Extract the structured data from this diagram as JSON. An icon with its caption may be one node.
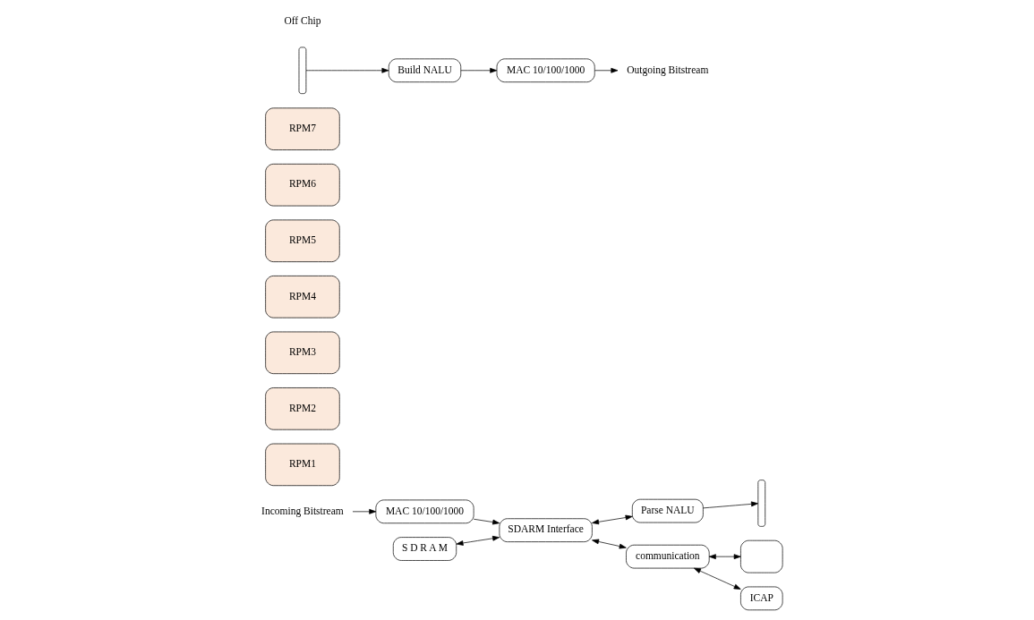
{
  "diagram": {
    "nodes": [
      {
        "text": [
          "Incoming Bitstream"
        ]
      },
      {
        "text": [
          "MAC 10/100/1000"
        ]
      },
      {
        "text": [
          "RPM1"
        ]
      },
      {
        "text": [
          "RPM2"
        ]
      },
      {
        "text": [
          "S D R A M"
        ]
      },
      {
        "text": [
          "SDARM Interface"
        ]
      },
      {
        "text": [
          "Parse NALU"
        ]
      },
      {
        "text": [],
        "shape": "bar"
      },
      {
        "text": [
          "RPM3"
        ]
      },
      {
        "text": [
          "RPM4"
        ]
      },
      {
        "text": [
          "RPM5"
        ]
      },
      {
        "text": [
          "RPM6"
        ]
      },
      {
        "text": [
          "RPM7"
        ]
      },
      {
        "text": [
          "communication"
        ]
      },
      {
        "text": [],
        "shape": "bar"
      },
      {
        "text": [],
        "shape": "box"
      },
      {
        "text": [
          "ICAP"
        ]
      },
      {
        "text": [
          "Build NALU"
        ]
      },
      {
        "text": [
          "MAC 10/100/1000"
        ]
      },
      {
        "text": [
          "Outgoing Bitstream"
        ]
      }
    ],
    "edges": [
      {
        "from": 0,
        "to": 1,
        "arrow": "to"
      },
      {
        "from": 1,
        "to": 5,
        "arrow": "to"
      },
      {
        "from": 4,
        "to": 5,
        "arrow": "both"
      },
      {
        "from": 5,
        "to": 6,
        "arrow": "both"
      },
      {
        "from": 6,
        "to": 7,
        "arrow": "to"
      },
      {
        "from": 5,
        "to": 13,
        "arrow": "both"
      },
      {
        "from": 13,
        "to": 15,
        "arrow": "both"
      },
      {
        "from": 13,
        "to": 16,
        "arrow": "both"
      },
      {
        "from": 14,
        "to": 17,
        "arrow": "to"
      },
      {
        "from": 17,
        "to": 18,
        "arrow": "to"
      },
      {
        "from": 18,
        "to": 19,
        "arrow": "to"
      }
    ],
    "labels": [
      "Off Chip"
    ]
  }
}
